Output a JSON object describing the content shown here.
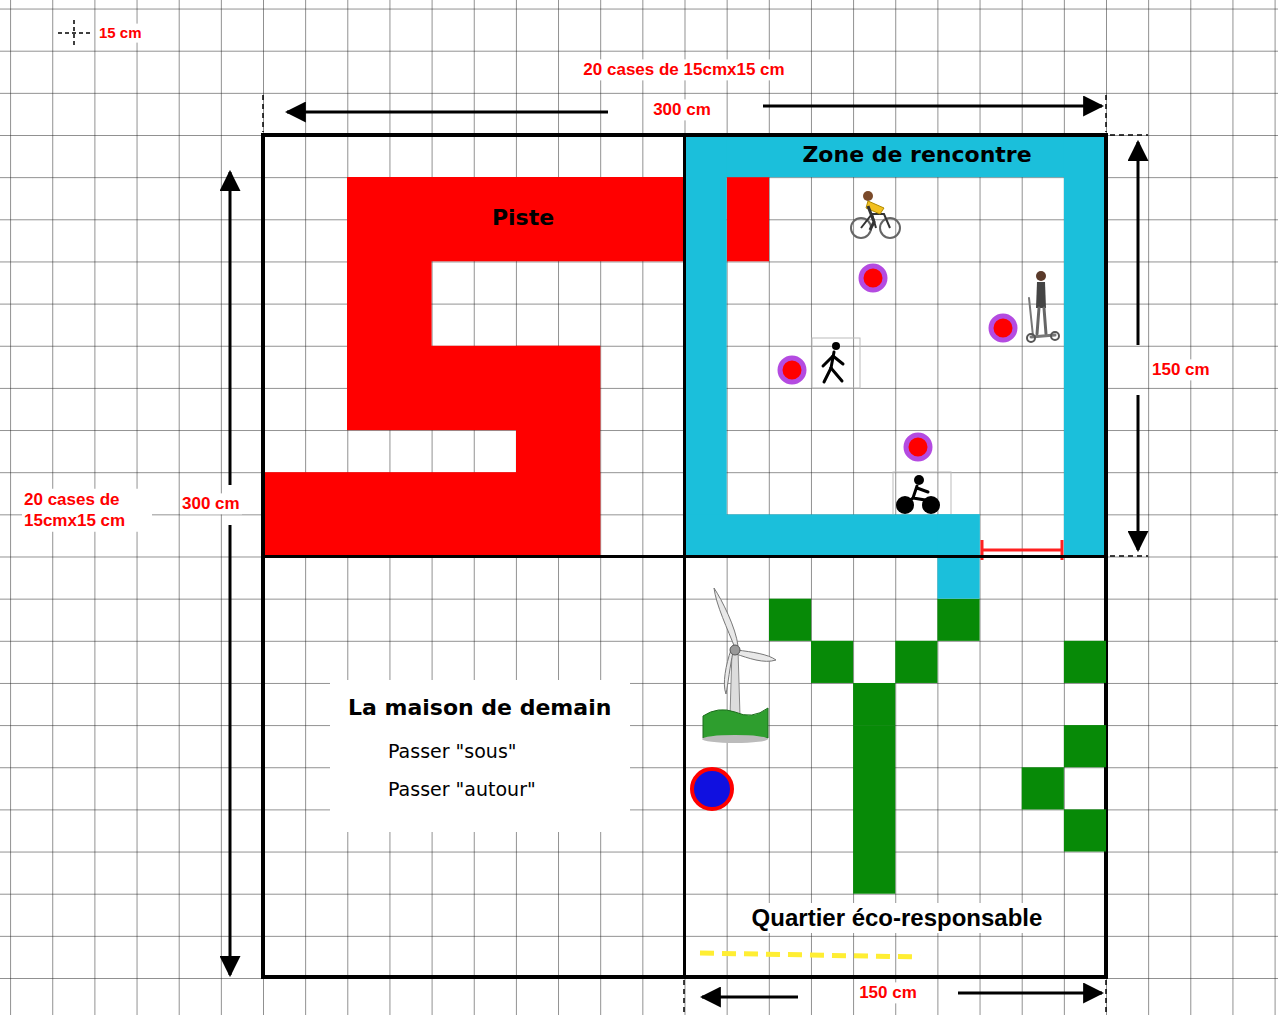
{
  "diagram": {
    "nodes": [
      {
        "text": [
          "Piste"
        ]
      },
      {
        "text": [
          "Zone de rencontre"
        ]
      },
      {
        "text": [
          "La maison de demain",
          "Passer \"sous\"",
          "Passer \"autour\""
        ]
      }
    ],
    "labels": [
      "15 cm",
      "20 cases de 15cmx15 cm",
      "300 cm",
      "150 cm",
      "20 cases de 15cmx15 cm",
      "300 cm",
      "Quartier éco-responsable",
      "150 cm"
    ]
  }
}
